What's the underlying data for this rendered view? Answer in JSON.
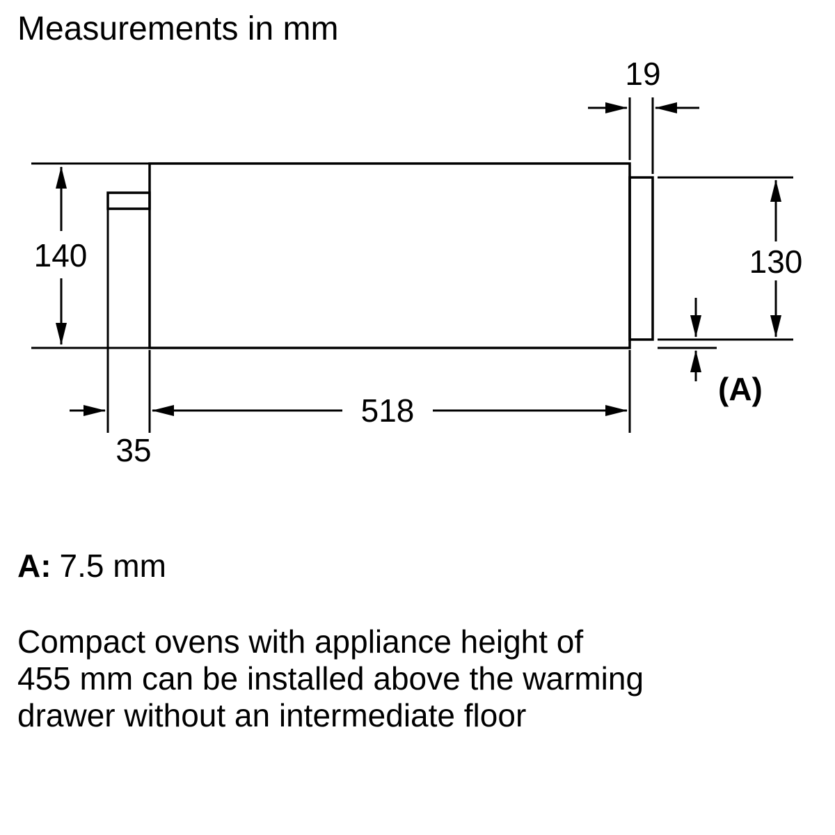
{
  "title": "Measurements in mm",
  "dimensions": {
    "appliance_height": "140",
    "panel_thickness": "19",
    "panel_height": "130",
    "appliance_depth": "518",
    "handle_depth": "35",
    "gap_label": "(A)"
  },
  "legend": {
    "label": "A:",
    "value": "7.5 mm"
  },
  "note": {
    "line1": "Compact ovens with appliance height of",
    "line2": "455 mm can be installed above the warming",
    "line3": "drawer without an intermediate floor"
  },
  "colors": {
    "line": "#000000",
    "background": "#ffffff",
    "text": "#000000"
  }
}
